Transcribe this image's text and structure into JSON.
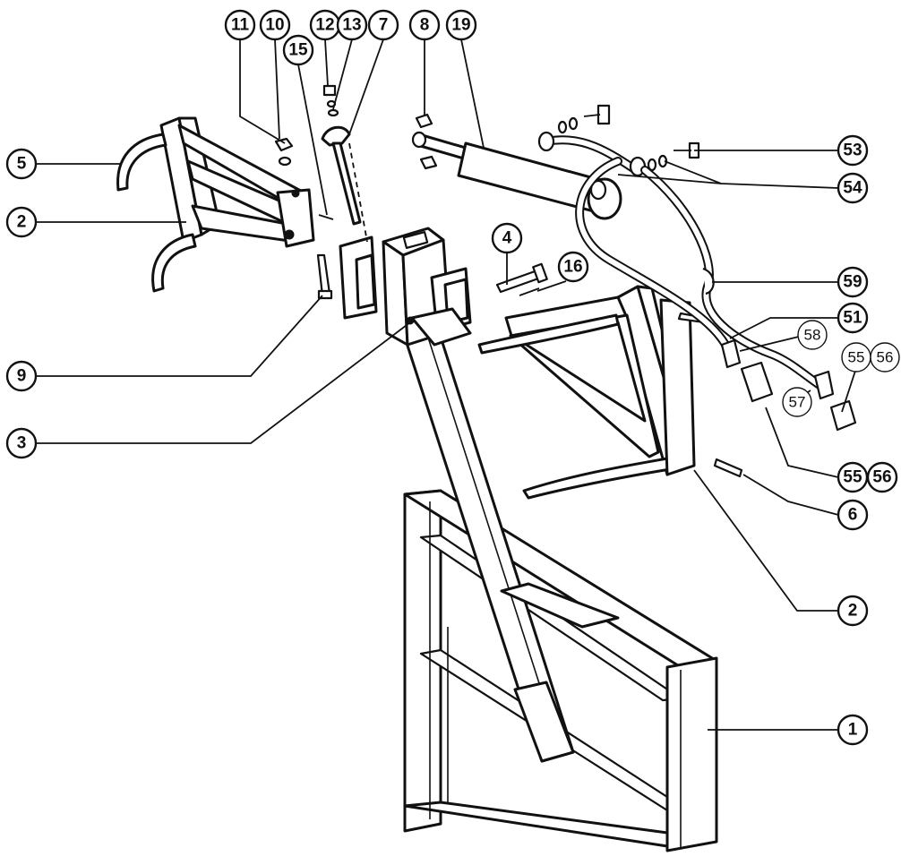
{
  "callouts": [
    {
      "id": "c11",
      "label": "11"
    },
    {
      "id": "c10",
      "label": "10"
    },
    {
      "id": "c12",
      "label": "12"
    },
    {
      "id": "c13",
      "label": "13"
    },
    {
      "id": "c7",
      "label": "7"
    },
    {
      "id": "c8",
      "label": "8"
    },
    {
      "id": "c19",
      "label": "19"
    },
    {
      "id": "c15",
      "label": "15"
    },
    {
      "id": "c5",
      "label": "5"
    },
    {
      "id": "c2a",
      "label": "2"
    },
    {
      "id": "c53",
      "label": "53"
    },
    {
      "id": "c54",
      "label": "54"
    },
    {
      "id": "c4",
      "label": "4"
    },
    {
      "id": "c16",
      "label": "16"
    },
    {
      "id": "c59",
      "label": "59"
    },
    {
      "id": "c51",
      "label": "51"
    },
    {
      "id": "c9",
      "label": "9"
    },
    {
      "id": "c58",
      "label": "58"
    },
    {
      "id": "c55a",
      "label": "55"
    },
    {
      "id": "c56a",
      "label": "56"
    },
    {
      "id": "c57",
      "label": "57"
    },
    {
      "id": "c3",
      "label": "3"
    },
    {
      "id": "c55b",
      "label": "55"
    },
    {
      "id": "c56b",
      "label": "56"
    },
    {
      "id": "c6",
      "label": "6"
    },
    {
      "id": "c2b",
      "label": "2"
    },
    {
      "id": "c1",
      "label": "1"
    }
  ]
}
